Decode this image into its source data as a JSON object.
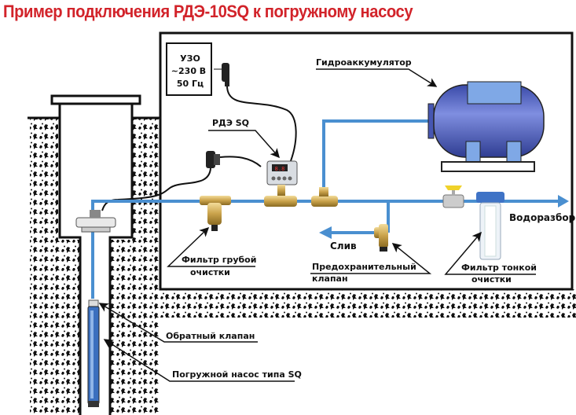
{
  "title": "Пример подключения РДЭ-10SQ к погружному насосу",
  "power_box": {
    "line1": "УЗО",
    "line2": "~230 В",
    "line3": "50 Гц"
  },
  "labels": {
    "controller": "РДЭ SQ",
    "accumulator": "Гидроаккумулятор",
    "outlet": "Водоразбор",
    "drain": "Слив",
    "coarse_filter_1": "Фильтр грубой",
    "coarse_filter_2": "очистки",
    "safety_valve_1": "Предохранительный",
    "safety_valve_2": "клапан",
    "fine_filter_1": "Фильтр тонкой",
    "fine_filter_2": "очистки",
    "check_valve": "Обратный клапан",
    "pump": "Погружной насос типа SQ"
  },
  "colors": {
    "title": "#d2232a",
    "pipe": "#4a8fd0",
    "tank": "#5a6cc8",
    "brass": "#c9a24a"
  }
}
